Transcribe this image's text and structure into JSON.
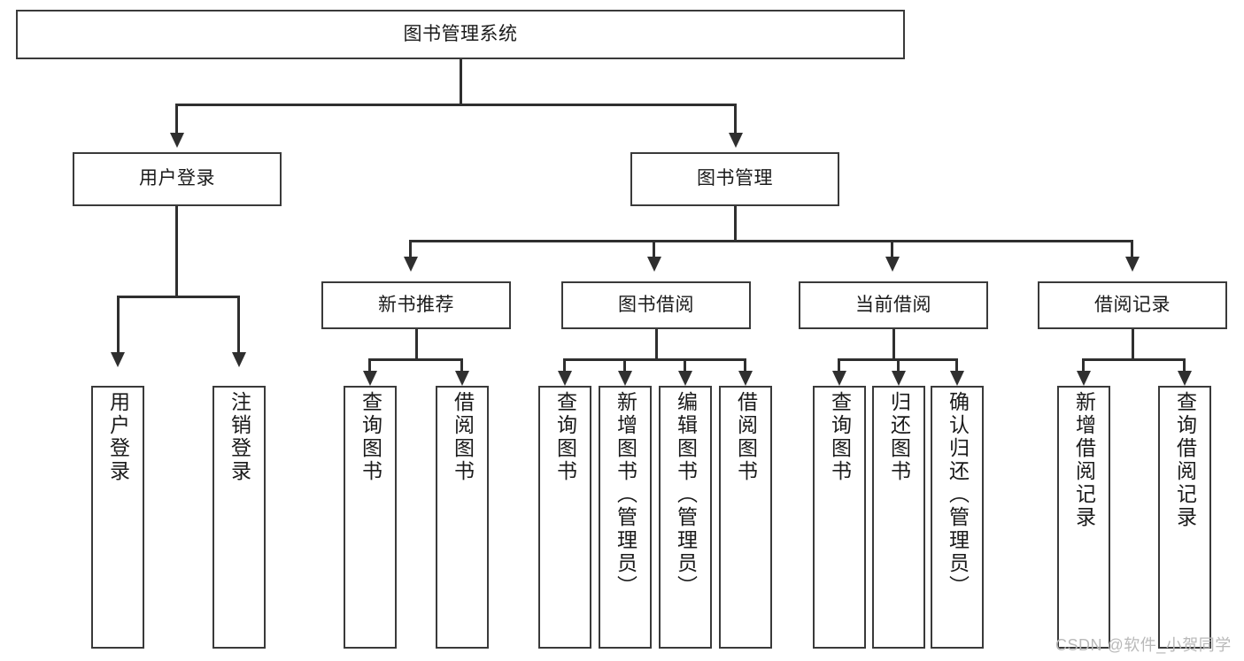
{
  "diagram": {
    "title": "图书管理系统",
    "type": "tree",
    "root": {
      "label": "图书管理系统"
    },
    "level1": [
      {
        "label": "用户登录"
      },
      {
        "label": "图书管理"
      }
    ],
    "level2": [
      {
        "label": "新书推荐"
      },
      {
        "label": "图书借阅"
      },
      {
        "label": "当前借阅"
      },
      {
        "label": "借阅记录"
      }
    ],
    "leaves": {
      "user_login": [
        {
          "label": "用户登录"
        },
        {
          "label": "注销登录"
        }
      ],
      "new_book_recommend": [
        {
          "label": "查询图书"
        },
        {
          "label": "借阅图书"
        }
      ],
      "book_borrow": [
        {
          "label": "查询图书"
        },
        {
          "label": "新增图书（管理员）"
        },
        {
          "label": "编辑图书（管理员）"
        },
        {
          "label": "借阅图书"
        }
      ],
      "current_borrow": [
        {
          "label": "查询图书"
        },
        {
          "label": "归还图书"
        },
        {
          "label": "确认归还（管理员）"
        }
      ],
      "borrow_record": [
        {
          "label": "新增借阅记录"
        },
        {
          "label": "查询借阅记录"
        }
      ]
    }
  },
  "watermark": {
    "text": "CSDN @软件_小贺同学"
  },
  "colors": {
    "line": "#2f2f2f",
    "box_border": "#3a3a3a",
    "background": "#ffffff",
    "text": "#1a1a1a",
    "watermark": "#b9b9b9"
  }
}
